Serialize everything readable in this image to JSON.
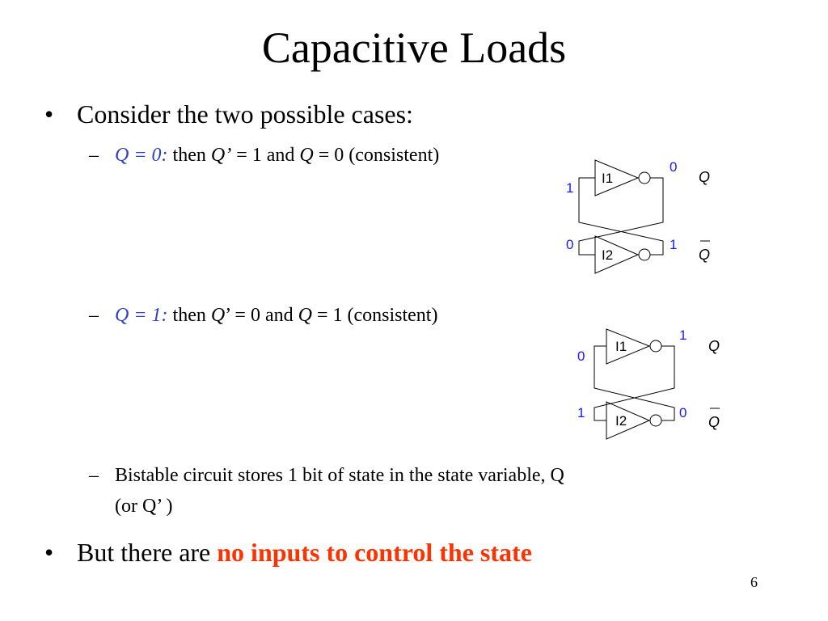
{
  "slide": {
    "title": "Capacitive Loads",
    "page_number": "6"
  },
  "bullets": {
    "b1": "Consider the two possible cases:",
    "case0": {
      "cond": "Q = 0:",
      "t1": " then ",
      "q1": "Q’",
      "t2": " = 1 and ",
      "q2": "Q",
      "t3": " = 0 (consistent)"
    },
    "case1": {
      "cond": "Q = 1:",
      "t1": " then ",
      "q1": "Q",
      "t2": "’ = 0 and ",
      "q2": "Q",
      "t3": " = 1 (consistent)"
    },
    "bistable_line1": "Bistable circuit stores 1 bit of state in the state variable, Q",
    "bistable_line2": "(or Q’ )",
    "b2_prefix": "But there are ",
    "b2_highlight": "no inputs to control the state"
  },
  "symbols": {
    "bullet": "•",
    "dash": "–"
  },
  "circuit_top": {
    "gate1": "I1",
    "gate2": "I2",
    "in1": "1",
    "out1": "0",
    "in2": "0",
    "out2": "1",
    "q": "Q",
    "qbar": "Q"
  },
  "circuit_bottom": {
    "gate1": "I1",
    "gate2": "I2",
    "in1": "0",
    "out1": "1",
    "in2": "1",
    "out2": "0",
    "q": "Q",
    "qbar": "Q"
  },
  "colors": {
    "case_text": "#2f3fbf",
    "logic_value": "#1a1aff",
    "alert": "#ff3300"
  }
}
